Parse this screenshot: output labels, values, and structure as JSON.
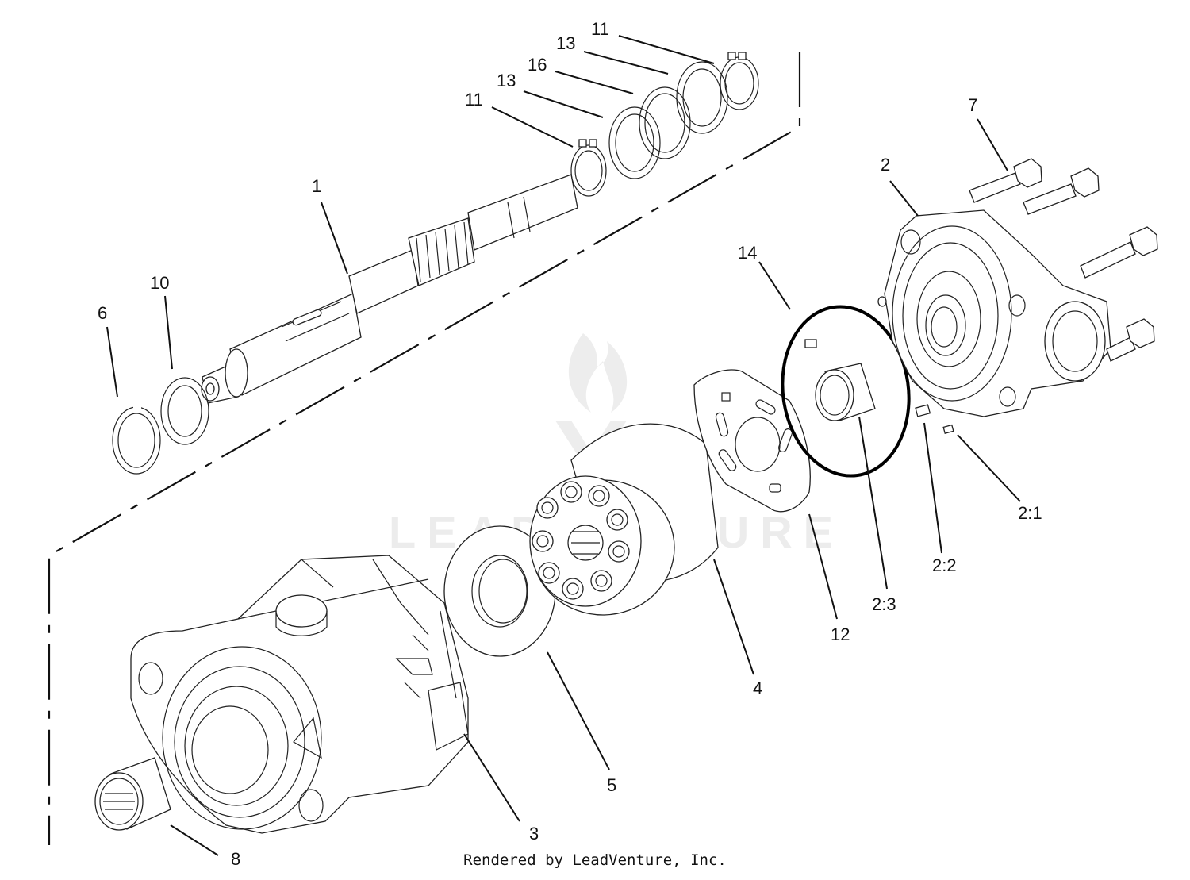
{
  "diagram": {
    "labels": {
      "p1": "1",
      "p2": "2",
      "p2_1": "2:1",
      "p2_2": "2:2",
      "p2_3": "2:3",
      "p3": "3",
      "p4": "4",
      "p5": "5",
      "p6": "6",
      "p7": "7",
      "p8": "8",
      "p10": "10",
      "p11a": "11",
      "p11b": "11",
      "p12": "12",
      "p13a": "13",
      "p13b": "13",
      "p14": "14",
      "p16": "16"
    },
    "watermark": "LEADVENTURE",
    "credit": "Rendered by LeadVenture, Inc."
  }
}
